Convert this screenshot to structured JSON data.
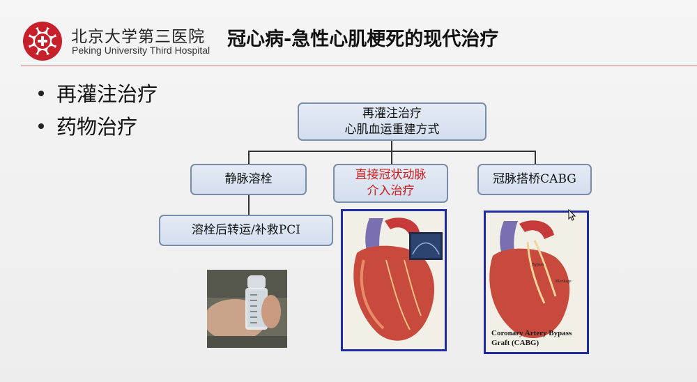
{
  "header": {
    "hospital_cn": "北京大学第三医院",
    "hospital_en": "Peking University Third Hospital",
    "title": "冠心病-急性心肌梗死的现代治疗"
  },
  "bullets": [
    "再灌注治疗",
    "药物治疗"
  ],
  "flowchart": {
    "root": {
      "line1": "再灌注治疗",
      "line2": "心肌血运重建方式"
    },
    "left": "静脉溶栓",
    "middle": {
      "line1": "直接冠状动脉",
      "line2": "介入治疗"
    },
    "right": "冠脉搭桥CABG",
    "left_child": "溶栓后转运/补救PCI"
  },
  "images": {
    "cabg_caption_line1": "Coronary Artery Bypass",
    "cabg_caption_line2": "Graft (CABG)",
    "cabg_label_bypass": "Bypass",
    "cabg_label_blockage": "Blockage"
  },
  "colors": {
    "accent_red": "#d11a1a",
    "box_border": "#7a8ca7",
    "image_frame": "#1f2aa3",
    "logo_red": "#c8202a"
  }
}
